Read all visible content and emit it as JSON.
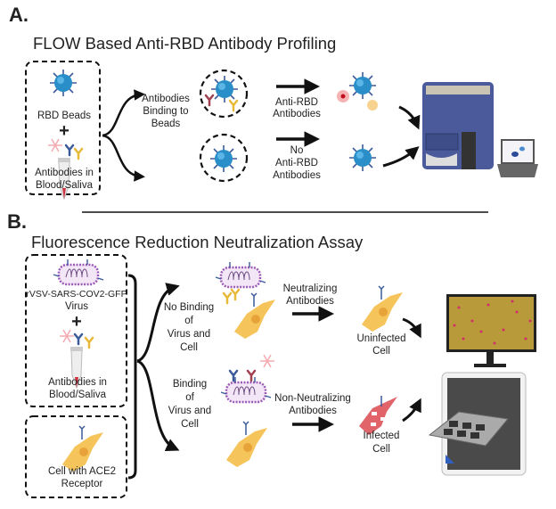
{
  "panel_a": {
    "letter": "A.",
    "title": "FLOW Based Anti-RBD Antibody Profiling",
    "inputs": {
      "beads": "RBD Beads",
      "plus": "+",
      "antibodies": [
        "Antibodies in",
        "Blood/Saliva"
      ]
    },
    "step_label": [
      "Antibodies",
      "Binding to",
      "Beads"
    ],
    "upper_arrow_label": [
      "Anti-RBD",
      "Antibodies"
    ],
    "lower_arrow_label": [
      "No",
      "Anti-RBD",
      "Antibodies"
    ]
  },
  "panel_b": {
    "letter": "B.",
    "title": "Fluorescence Reduction Neutralization Assay",
    "inputs": {
      "virus": [
        "rVSV-SARS-COV2-GFP",
        "Virus"
      ],
      "plus": "+",
      "antibodies": [
        "Antibodies in",
        "Blood/Saliva"
      ],
      "cell": [
        "Cell with ACE2",
        "Receptor"
      ]
    },
    "upper_branch": [
      "No Binding",
      "of",
      "Virus and",
      "Cell"
    ],
    "lower_branch": [
      "Binding",
      "of",
      "Virus and",
      "Cell"
    ],
    "upper_arrow_label": [
      "Neutralizing",
      "Antibodies"
    ],
    "lower_arrow_label": [
      "Non-Neutralizing",
      "Antibodies"
    ],
    "upper_result": [
      "Uninfected",
      "Cell"
    ],
    "lower_result": [
      "Infected",
      "Cell"
    ]
  },
  "colors": {
    "bead": "#2a8fc9",
    "spike": "#3b5a9a",
    "cell": "#f5c45a",
    "infected_cell": "#e0646a",
    "instrument": "#4a5a9a",
    "antibody_yellow": "#e8b838",
    "antibody_red": "#a04050",
    "virus": "#9b59b6"
  }
}
